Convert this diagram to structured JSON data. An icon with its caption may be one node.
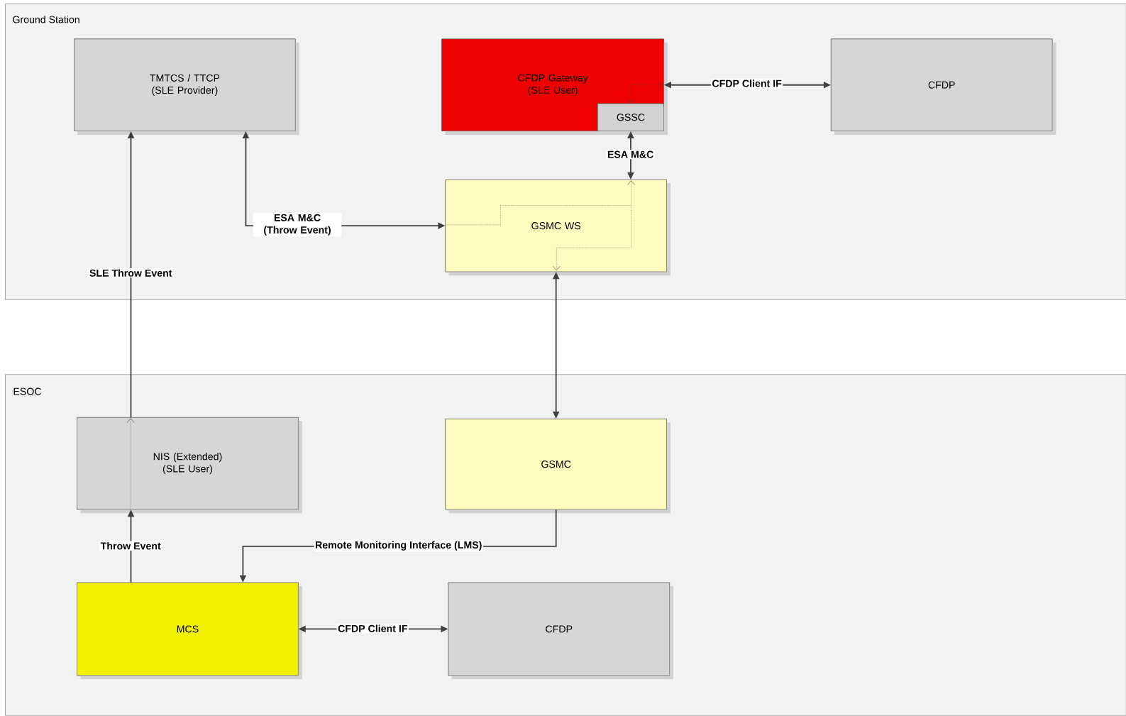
{
  "diagram": {
    "nodes": [
      {
        "text": [
          "Ground Station"
        ]
      },
      {
        "text": [
          "TMTCS / TTCP (SLE Provider)"
        ],
        "in": 0
      },
      {
        "text": [
          "CFDP Gateway (SLE User)"
        ],
        "in": 0
      },
      {
        "text": [
          "GSSC"
        ],
        "in": 2
      },
      {
        "text": [
          "CFDP"
        ],
        "in": 0
      },
      {
        "text": [
          "GSMC WS"
        ],
        "in": 0
      },
      {
        "text": [
          "ESOC"
        ]
      },
      {
        "text": [
          "NIS (Extended) (SLE User)"
        ],
        "in": 6
      },
      {
        "text": [
          "GSMC"
        ],
        "in": 6
      },
      {
        "text": [
          "MCS"
        ],
        "in": 6
      },
      {
        "text": [
          "CFDP"
        ],
        "in": 6
      }
    ],
    "edges": [
      {
        "from": 2,
        "to": 4,
        "arrow": "both",
        "label": "CFDP Client IF"
      },
      {
        "from": 3,
        "to": 5,
        "arrow": "both",
        "label": "ESA M&C"
      },
      {
        "from": 1,
        "to": 5,
        "arrow": "both",
        "label": "ESA M&C (Throw Event)"
      },
      {
        "from": 5,
        "to": 8,
        "arrow": "both"
      },
      {
        "from": 7,
        "to": 1,
        "arrow": "to",
        "label": "SLE Throw Event"
      },
      {
        "from": 9,
        "to": 7,
        "arrow": "to",
        "label": "Throw Event"
      },
      {
        "from": 8,
        "to": 9,
        "arrow": "to",
        "label": "Remote Monitoring Interface (LMS)"
      },
      {
        "from": 9,
        "to": 10,
        "arrow": "both",
        "label": "CFDP Client IF"
      },
      {
        "from": 2,
        "to": 3,
        "arrow": "both",
        "style": "dashed"
      }
    ]
  }
}
